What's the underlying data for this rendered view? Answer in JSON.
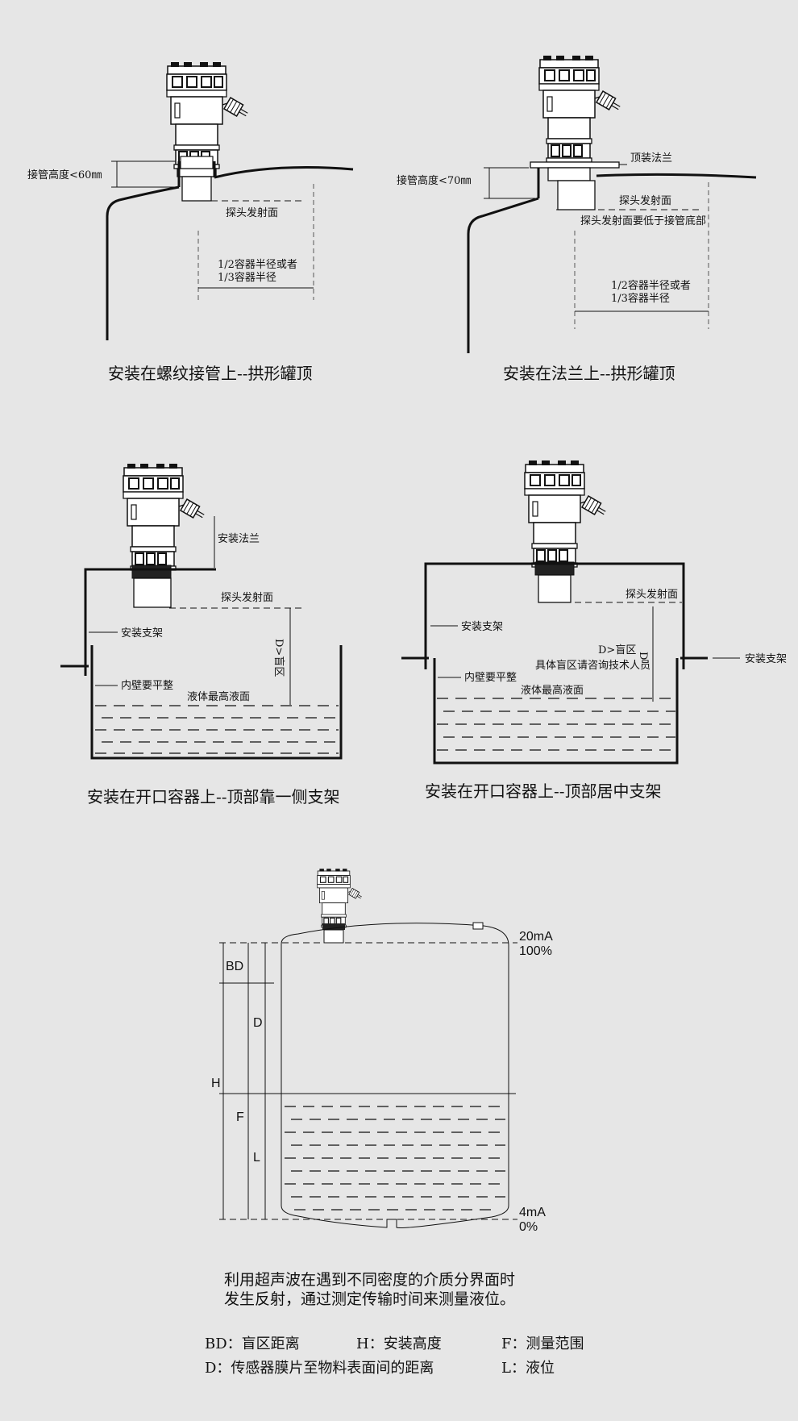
{
  "panel1": {
    "pipe_height": "接管高度<60㎜",
    "probe_face": "探头发射面",
    "radius_line1": "1/2容器半径或者",
    "radius_line2": "1/3容器半径",
    "caption": "安装在螺纹接管上--拱形罐顶"
  },
  "panel2": {
    "top_flange": "顶装法兰",
    "pipe_height": "接管高度<70㎜",
    "probe_face": "探头发射面",
    "probe_note": "探头发射面要低于接管底部",
    "radius_line1": "1/2容器半径或者",
    "radius_line2": "1/3容器半径",
    "caption": "安装在法兰上--拱形罐顶"
  },
  "panel3": {
    "flange": "安装法兰",
    "probe_face": "探头发射面",
    "bracket": "安装支架",
    "blind": "D>盲区",
    "wall": "内壁要平整",
    "max_level": "液体最高液面",
    "caption": "安装在开口容器上--顶部靠一侧支架"
  },
  "panel4": {
    "probe_face": "探头发射面",
    "bracket": "安装支架",
    "bracket_right": "安装支架",
    "blind": "D>盲区",
    "d": "D",
    "consult": "具体盲区请咨询技术人员",
    "wall": "内壁要平整",
    "max_level": "液体最高液面",
    "caption": "安装在开口容器上--顶部居中支架"
  },
  "panel5": {
    "top_ma": "20mA",
    "top_pct": "100%",
    "bottom_ma": "4mA",
    "bottom_pct": "0%",
    "bd": "BD",
    "d": "D",
    "h": "H",
    "f": "F",
    "l": "L"
  },
  "description": {
    "line1": "利用超声波在遇到不同密度的介质分界面时",
    "line2": "发生反射，通过测定传输时间来测量液位。"
  },
  "legend": {
    "bd": "BD：盲区距离",
    "h": "H：安装高度",
    "f": "F：测量范围",
    "d": "D：传感器膜片至物料表面间的距离",
    "l": "L：液位"
  }
}
